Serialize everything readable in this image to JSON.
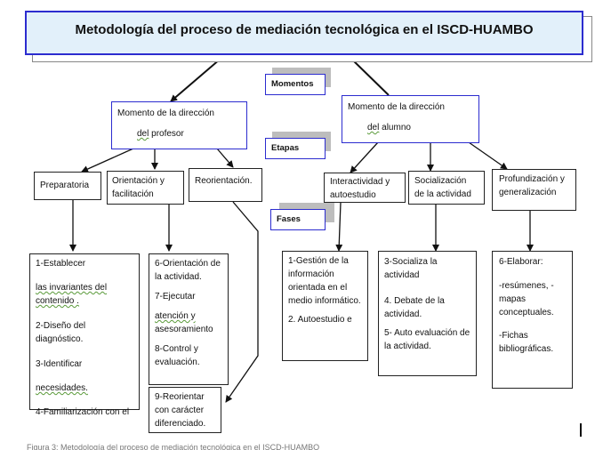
{
  "title": "Metodología  del proceso de mediación tecnológica en el ISCD-HUAMBO",
  "labels": {
    "momentos": "Momentos",
    "etapas": "Etapas",
    "fases": "Fases"
  },
  "momentos": {
    "profesor": {
      "line1": "Momento de la dirección",
      "line2_a": "del",
      "line2_b": "profesor"
    },
    "alumno": {
      "line1": "Momento de la dirección",
      "line2_a": "del",
      "line2_b": "alumno"
    }
  },
  "etapas": {
    "preparatoria": "Preparatoria",
    "orientacion": "Orientación y facilitación",
    "reorientacion": "Reorientación.",
    "interactividad": "Interactividad y autoestudio",
    "socializacion": "Socialización de la actividad",
    "profundizacion": "Profundización y generalización"
  },
  "fases": {
    "preparatoria": {
      "l1": "1-Establecer",
      "l2": "las invariantes del contenido .",
      "l3": "2-Diseño del diagnóstico.",
      "l4": "3-Identificar",
      "l5": "necesidades.",
      "l6": "4-Familiarización con el"
    },
    "orientacion": {
      "l1": "6-Orientación de la actividad.",
      "l2": "7-Ejecutar",
      "l3a": "atención y",
      "l3b": "asesoramiento",
      "l4": "8-Control y evaluación."
    },
    "reorientacion": {
      "l1": "9-Reorientar con carácter diferenciado."
    },
    "interactividad": {
      "l1": "1-Gestión de la información orientada en el medio informático.",
      "l2": "2. Autoestudio e"
    },
    "socializacion": {
      "l1": "3-Socializa la actividad",
      "l2": "4. Debate de la actividad.",
      "l3": "5- Auto evaluación de la actividad."
    },
    "profundizacion": {
      "l1": "6-Elaborar:",
      "l2": "-resúmenes, - mapas conceptuales.",
      "l3": "-Fichas bibliográficas."
    }
  },
  "caption": "Figura 3: Metodología del proceso de mediación tecnológica en el ISCD-HUAMBO"
}
